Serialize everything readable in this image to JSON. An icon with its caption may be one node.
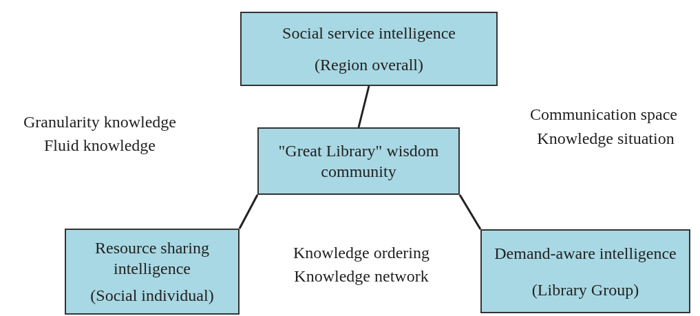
{
  "diagram": {
    "nodes": [
      {
        "text": [
          "Social service intelligence",
          "(Region overall)"
        ]
      },
      {
        "text": [
          "\"Great Library\" wisdom community"
        ]
      },
      {
        "text": [
          "Resource sharing intelligence",
          "(Social individual)"
        ]
      },
      {
        "text": [
          "Demand-aware intelligence",
          "(Library Group)"
        ]
      }
    ],
    "edges": [
      {
        "from": 0,
        "to": 1,
        "arrow": "none"
      },
      {
        "from": 1,
        "to": 2,
        "arrow": "none"
      },
      {
        "from": 1,
        "to": 3,
        "arrow": "none"
      }
    ],
    "labels": [
      "Granularity knowledge",
      "Fluid knowledge",
      "Communication space",
      "Knowledge situation",
      "Knowledge ordering",
      "Knowledge network"
    ]
  }
}
